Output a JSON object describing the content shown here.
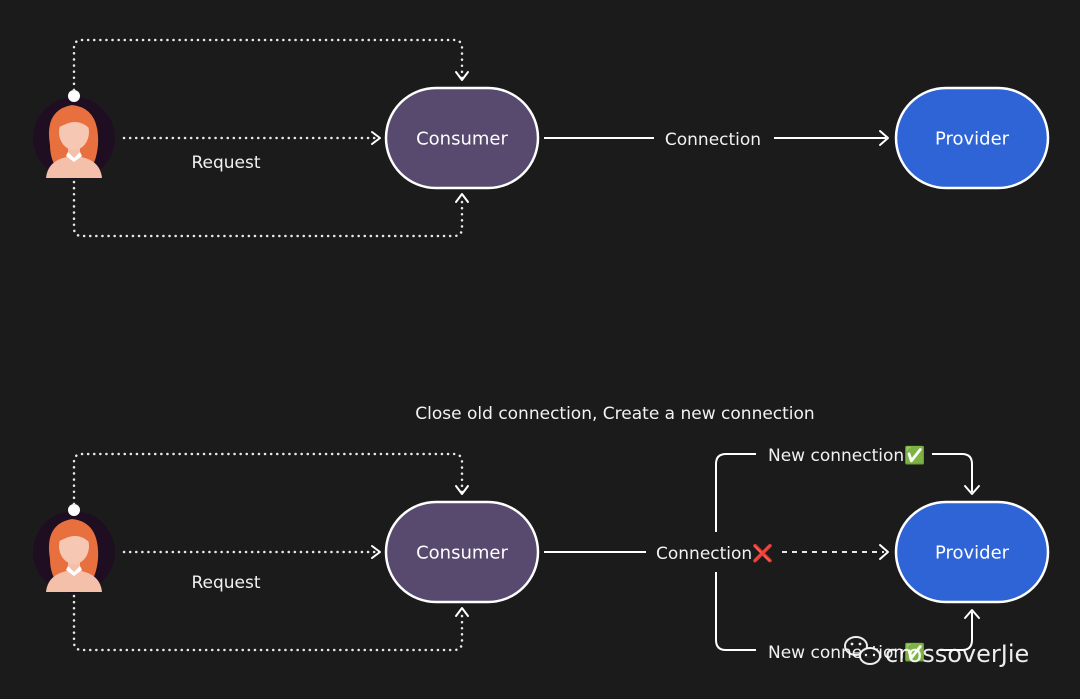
{
  "top": {
    "consumer": "Consumer",
    "provider": "Provider",
    "connection": "Connection",
    "request": "Request"
  },
  "bottom": {
    "title": "Close old connection, Create a new connection",
    "consumer": "Consumer",
    "provider": "Provider",
    "connection": "Connection",
    "connection_status": "❌",
    "new_connection_top": "New connection",
    "new_connection_top_status": "✅",
    "new_connection_bottom": "New connection",
    "new_connection_bottom_status": "✅",
    "request": "Request"
  },
  "watermark": {
    "text": "crossoverJie",
    "icon": "wechat-icon"
  },
  "colors": {
    "background": "#1b1b1b",
    "consumer": "#574a6e",
    "provider": "#2f64d6",
    "stroke": "#ffffff"
  }
}
